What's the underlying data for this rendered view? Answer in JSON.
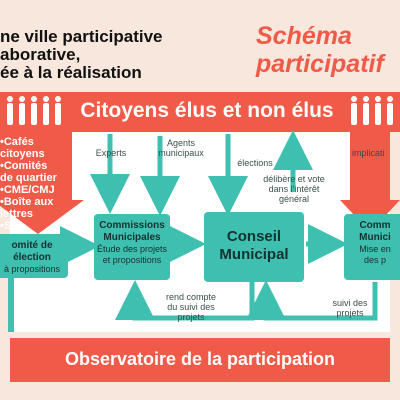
{
  "title_left": [
    "ne ville participative",
    "aborative,",
    "ée à la réalisation"
  ],
  "title_right": [
    "Schéma",
    "participatif"
  ],
  "citizens_band": "Citoyens élus et non élus",
  "left_list": [
    "•Cafés",
    "citoyens",
    "•Comités",
    "de quartier",
    "•CME/CMJ",
    "•Boîte aux",
    "lettres",
    "•Site"
  ],
  "comite_box": {
    "lines": [
      "omité de",
      "élection",
      "à propositions"
    ]
  },
  "commissions_box": {
    "title_lines": [
      "Commissions",
      "Municipales"
    ],
    "sub_lines": [
      "Étude des projets",
      "et propositions"
    ]
  },
  "conseil_box": {
    "title_lines": [
      "Conseil",
      "Municipal"
    ]
  },
  "right_box": {
    "title_lines": [
      "Comm",
      "Munici"
    ],
    "sub_lines": [
      "Mise en",
      "des p"
    ]
  },
  "labels": {
    "experts": "Experts",
    "agents": [
      "Agents",
      "municipaux"
    ],
    "elections": "élections",
    "delibere": [
      "délibère et vote",
      "dans l'intérêt",
      "général"
    ],
    "implication": "implicati",
    "rend_compte": [
      "rend compte",
      "du suivi des",
      "projets"
    ],
    "suivi": [
      "suivi des",
      "projets"
    ]
  },
  "observatoire": "Observatoire de la participation",
  "colors": {
    "coral": "#f05a48",
    "teal": "#3fbfb0",
    "background": "#f7e7dc",
    "dark_text": "#111111"
  },
  "icon": "people-icon"
}
